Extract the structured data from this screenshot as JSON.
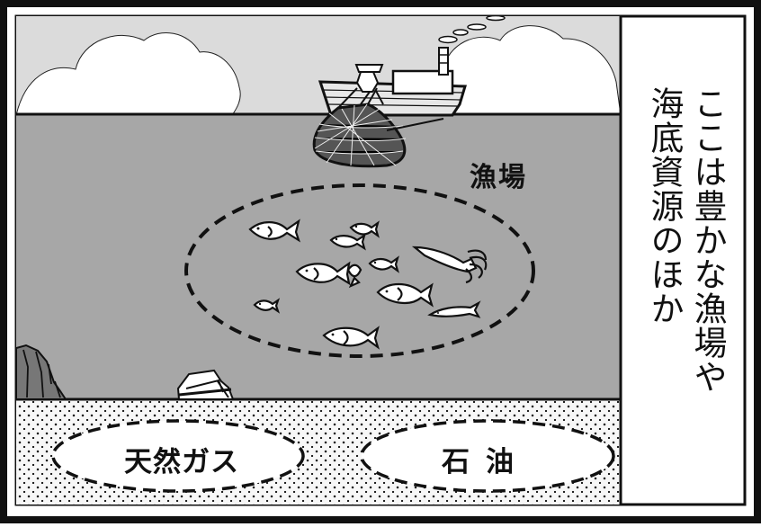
{
  "panel": {
    "colors": {
      "sky": "#d9d9d9",
      "cloud": "#ffffff",
      "sea": "#a7a7a7",
      "seabed": "#f4f4f4",
      "ink": "#111111",
      "border": "#111111"
    }
  },
  "scene": {
    "fishing_ground_label": "漁場",
    "natural_gas_label": "天然ガス",
    "oil_label": "石油"
  },
  "narration": {
    "line1": "ここは豊かな漁場や",
    "line2": "海底資源のほか"
  },
  "icons": {
    "boat": "fishing-boat-icon",
    "net": "fishing-net-icon",
    "fish": "fish-icon",
    "squid": "squid-icon",
    "rock": "rock-icon"
  }
}
